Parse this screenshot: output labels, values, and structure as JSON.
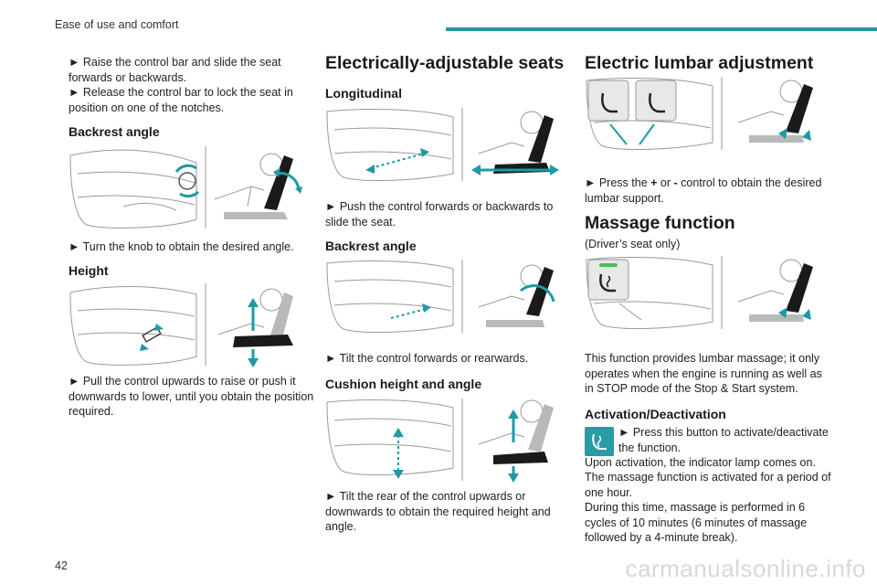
{
  "header": {
    "section": "Ease of use and comfort"
  },
  "page_number": "42",
  "watermark": "carmanualsonline.info",
  "col1": {
    "intro": [
      "► Raise the control bar and slide the seat forwards or backwards.",
      "► Release the control bar to lock the seat in position on one of the notches."
    ],
    "backrest": {
      "title": "Backrest angle",
      "text": "► Turn the knob to obtain the desired angle."
    },
    "height": {
      "title": "Height",
      "text": "► Pull the control upwards to raise or push it downwards to lower, until you obtain the position required."
    }
  },
  "col2": {
    "title": "Electrically-adjustable seats",
    "longitudinal": {
      "title": "Longitudinal",
      "text": "► Push the control forwards or backwards to slide the seat."
    },
    "backrest": {
      "title": "Backrest angle",
      "text": "► Tilt the control forwards or rearwards."
    },
    "cushion": {
      "title": "Cushion height and angle",
      "text": "► Tilt the rear of the control upwards or downwards to obtain the required height and angle."
    }
  },
  "col3": {
    "lumbar": {
      "title": "Electric lumbar adjustment",
      "text_pre": "► Press the ",
      "plus": "+",
      "mid": " or ",
      "minus": "-",
      "text_post": " control to obtain the desired lumbar support."
    },
    "massage": {
      "title": "Massage function",
      "subtitle": "(Driver’s seat only)",
      "text": "This function provides lumbar massage; it only operates when the engine is running as well as in STOP mode of the Stop & Start system."
    },
    "activation": {
      "title": "Activation/Deactivation",
      "button_text": "► Press this button to activate/deactivate the function.",
      "paragraphs": [
        "Upon activation, the indicator lamp comes on.",
        "The massage function is activated for a period of one hour.",
        "During this time, massage is performed in 6 cycles of 10 minutes (6 minutes of massage followed by a 4-minute break)."
      ]
    }
  },
  "colors": {
    "accent": "#1e9aa5",
    "icon_bg": "#2a9aa5",
    "figure_line": "#9a9a9a",
    "figure_fill": "#b9b9b9"
  }
}
